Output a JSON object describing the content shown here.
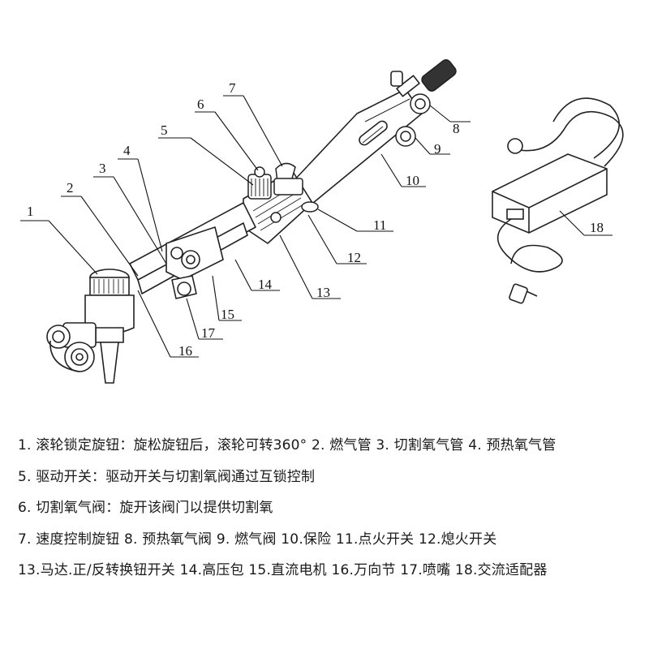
{
  "callouts": [
    "1",
    "2",
    "3",
    "4",
    "5",
    "6",
    "7",
    "8",
    "9",
    "10",
    "11",
    "12",
    "13",
    "14",
    "15",
    "16",
    "17",
    "18"
  ],
  "legend": [
    "1. 滚轮锁定旋钮：旋松旋钮后，滚轮可转360°  2. 燃气管  3. 切割氧气管  4. 预热氧气管",
    "5. 驱动开关：驱动开关与切割氧阀通过互锁控制",
    "6. 切割氧气阀：旋开该阀门以提供切割氧",
    "7. 速度控制旋钮  8. 预热氧气阀   9. 燃气阀  10.保险  11.点火开关  12.熄火开关",
    "13.马达.正/反转换钮开关  14.高压包  15.直流电机  16.万向节  17.喷嘴  18.交流适配器"
  ]
}
